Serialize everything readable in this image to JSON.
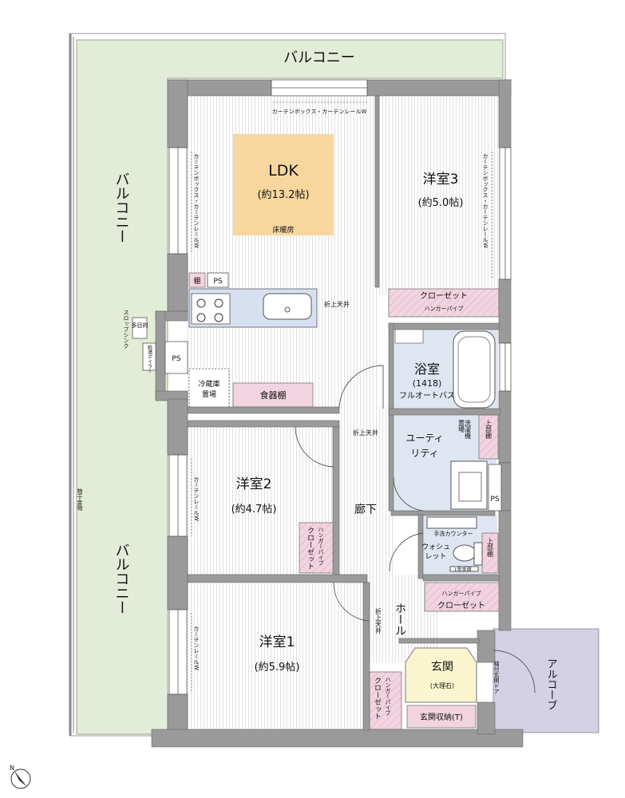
{
  "balconies": {
    "top": "バルコニー",
    "left_upper": "バルコニー",
    "left_lower": "バルコニー",
    "alcove": "アルコーブ"
  },
  "rooms": {
    "ldk": {
      "name": "LDK",
      "size": "(約13.2帖)",
      "floor_heating": "床暖房"
    },
    "room3": {
      "name": "洋室3",
      "size": "(約5.0帖)"
    },
    "room2": {
      "name": "洋室2",
      "size": "(約4.7帖)"
    },
    "room1": {
      "name": "洋室1",
      "size": "(約5.9帖)"
    },
    "bath": {
      "name": "浴室",
      "size": "(1418)",
      "note": "フルオートバス"
    },
    "utility": {
      "name": "ユーティリティ",
      "line1": "ユーティ",
      "line2": "リティ"
    },
    "corridor": "廊下",
    "hall": "ホール",
    "entrance": {
      "name": "玄関",
      "note": "(大理石)"
    },
    "toilet": {
      "line1": "ウォシュ",
      "line2": "レット"
    }
  },
  "fixtures": {
    "curtain_top": "カーテンボックス・カーテンレールW",
    "curtain_ldk_left": "カーテンボックス・カーテンレールW",
    "curtain_room3": "カーテンボックス・カーテンレールW",
    "curtain_room2": "カーテンレールW",
    "curtain_room1": "カーテンレールW",
    "shelf": "棚",
    "ps1": "PS",
    "ps2": "PS",
    "ps3": "PS",
    "ceiling1": "折上天井",
    "ceiling2": "折上天井",
    "ceiling3": "折上天井",
    "fridge_line1": "冷蔵庫",
    "fridge_line2": "置場",
    "dish_shelf": "食器棚",
    "closet": "クローゼット",
    "hanger_pipe": "ハンガーパイプ",
    "washer_line1": "洗濯機",
    "washer_line2": "置場",
    "upper_cabinet": "上部棚",
    "hand_wash": "手洗カウンター",
    "l_handrail": "L型手摺",
    "entrance_storage": "玄関収納(T)",
    "door": "袖付玄関ドア",
    "slop_sink": "スロップシンク",
    "multi_purpose": "多目的",
    "water_heater": "給湯ボイラー",
    "drying_hardware": "物干金物",
    "compass": "N"
  }
}
